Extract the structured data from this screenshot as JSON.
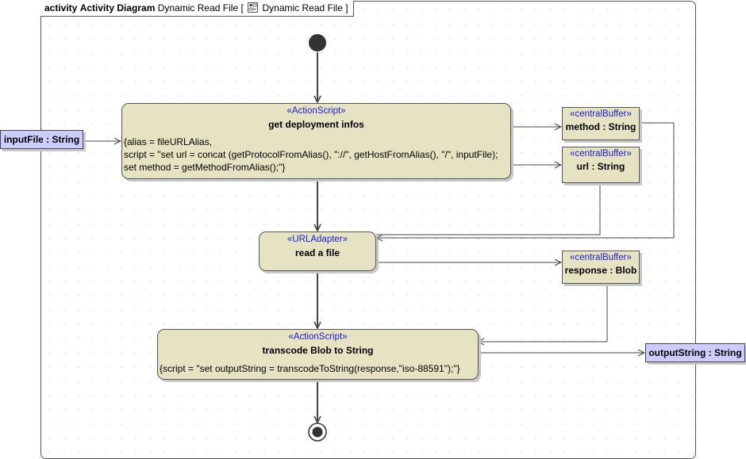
{
  "frame": {
    "kind": "activity",
    "type_name": "Activity Diagram",
    "diagram_name": "Dynamic Read File",
    "bracket_open": "[",
    "bracket_name": "Dynamic Read File",
    "bracket_close": "]"
  },
  "actions": [
    {
      "stereotype": "«ActionScript»",
      "name": "get deployment infos",
      "script": [
        "{alias = fileURLAlias,",
        "script = \"set url = concat (getProtocolFromAlias(), \"://\", getHostFromAlias(), \"/\", inputFile);",
        "set method = getMethodFromAlias();\"}"
      ]
    },
    {
      "stereotype": "«URLAdapter»",
      "name": "read a file",
      "script": []
    },
    {
      "stereotype": "«ActionScript»",
      "name": "transcode Blob to String",
      "script": [
        "{script = \"set outputString = transcodeToString(response,\"iso-88591\");\"}"
      ]
    }
  ],
  "buffers": [
    {
      "stereotype": "«centralBuffer»",
      "name": "method : String"
    },
    {
      "stereotype": "«centralBuffer»",
      "name": "url : String"
    },
    {
      "stereotype": "«centralBuffer»",
      "name": "response : Blob"
    }
  ],
  "parameters": {
    "input": "inputFile : String",
    "output": "outputString : String"
  },
  "nodes": {
    "initial": "initial-node",
    "final": "activity-final-node"
  },
  "colors": {
    "action_fill": "#e6e3c2",
    "parameter_fill": "#ccccff",
    "stereotype_text": "#1a1ad8"
  }
}
